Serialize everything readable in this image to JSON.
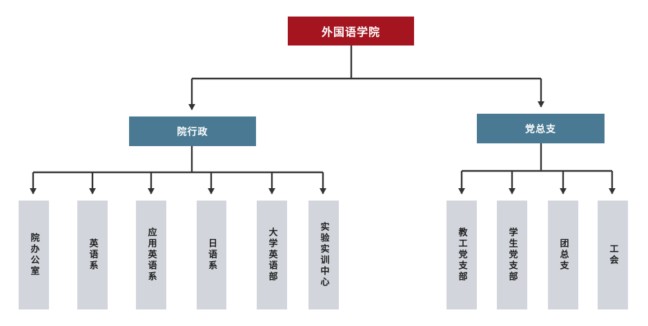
{
  "root": {
    "label": "外国语学院"
  },
  "branches": {
    "admin": {
      "label": "院行政",
      "units": [
        "院办公室",
        "英语系",
        "应用英语系",
        "日语系",
        "大学英语部",
        "实验实训中心"
      ]
    },
    "party": {
      "label": "党总支",
      "units": [
        "教工党支部",
        "学生党支部",
        "团总支",
        "工会"
      ]
    }
  },
  "colors": {
    "root": "#a41520",
    "branch": "#4a7a93",
    "unit": "#d2d5dc",
    "connector": "#333333"
  }
}
